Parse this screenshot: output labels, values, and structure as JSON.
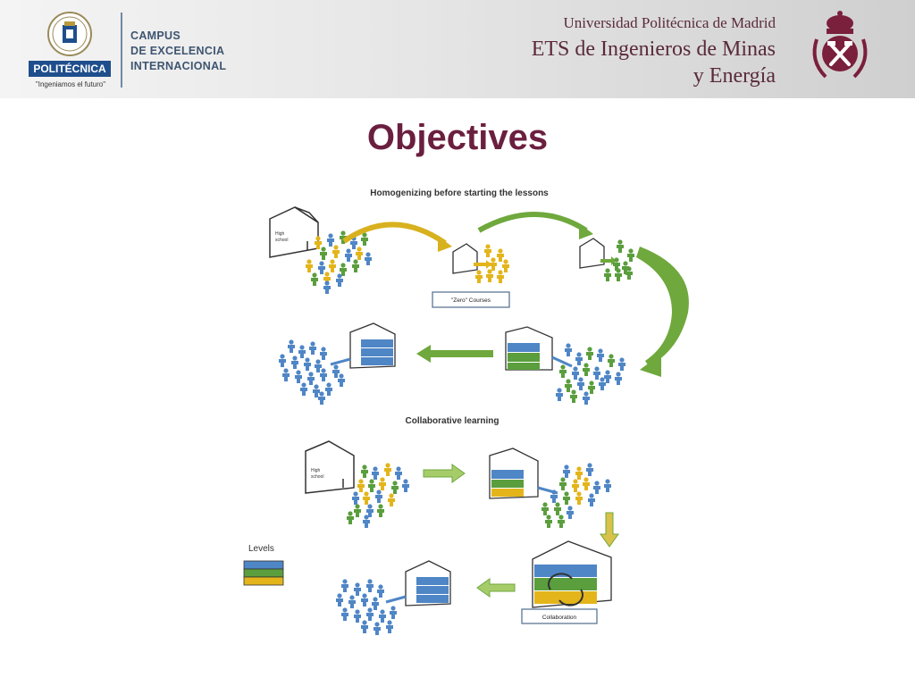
{
  "header": {
    "upm_badge": "POLITÉCNICA",
    "upm_tagline": "\"Ingeniamos el futuro\"",
    "campus_line1": "CAMPUS",
    "campus_line2": "DE EXCELENCIA",
    "campus_line3": "INTERNACIONAL",
    "university": "Universidad Politécnica de Madrid",
    "school_line1": "ETS de Ingenieros de Minas",
    "school_line2": "y Energía"
  },
  "title": "Objectives",
  "diagram": {
    "section1_title": "Homogenizing before starting the lessons",
    "section2_title": "Collaborative learning",
    "house_label_1": "High",
    "house_label_2": "school",
    "zero_courses": "\"Zero\" Courses",
    "collaboration": "Collaboration",
    "levels": "Levels"
  },
  "colors": {
    "title": "#6b1f3f",
    "blue": "#4f86c6",
    "green": "#5a9e3d",
    "yellow": "#e3b51b",
    "arrow_green": "#6fa83c",
    "arrow_yellow": "#d8b11f"
  }
}
